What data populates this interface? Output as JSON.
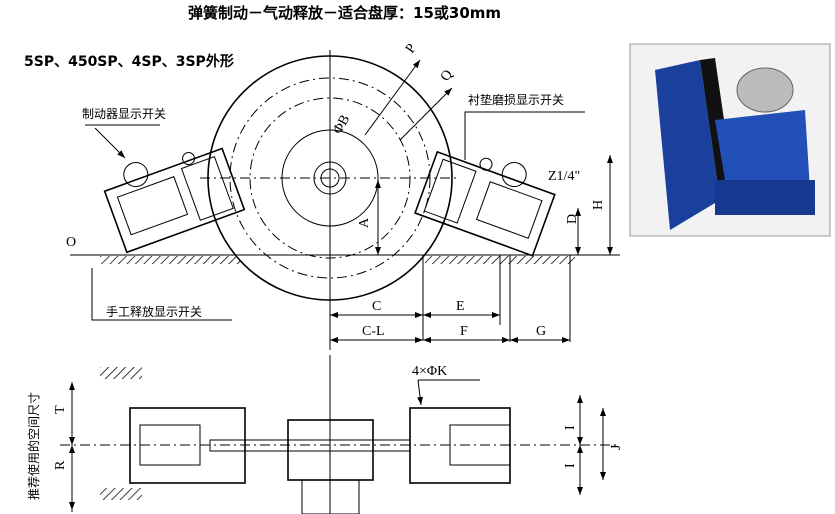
{
  "title": "弹簧制动－气动释放－适合盘厚：15或30mm",
  "subtitle": "5SP、450SP、4SP、3SP外形",
  "callouts": {
    "brake_indicator_switch": "制动器显示开关",
    "pad_wear_switch": "衬垫磨损显示开关",
    "manual_release_switch": "手工释放显示开关",
    "recommended_space": "推荐使用的空间尺寸"
  },
  "dimensions": {
    "P": "P",
    "Q": "Q",
    "phiB": "ΦB",
    "Z": "Z1/4\"",
    "A": "A",
    "D": "D",
    "H": "H",
    "O": "O",
    "C": "C",
    "E": "E",
    "CL": "C-L",
    "F": "F",
    "G": "G",
    "K": "4×ΦK",
    "T": "T",
    "R": "R",
    "I1": "I",
    "I2": "I",
    "J": "J"
  }
}
